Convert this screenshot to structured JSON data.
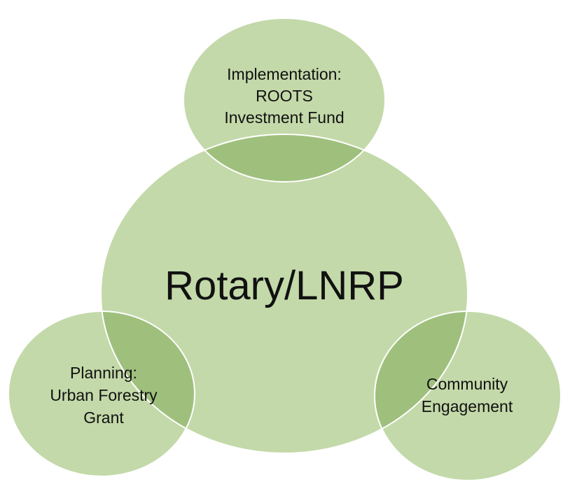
{
  "center": {
    "label": "Rotary/LNRP"
  },
  "satellites": [
    {
      "id": "implementation",
      "lines": [
        "Implementation:",
        "ROOTS",
        "Investment Fund"
      ]
    },
    {
      "id": "planning",
      "lines": [
        "Planning:",
        "Urban Forestry",
        "Grant"
      ]
    },
    {
      "id": "community",
      "lines": [
        "Community",
        "Engagement"
      ]
    }
  ],
  "colors": {
    "fill": "#c3d9a9",
    "overlap": "#9fc07d",
    "stroke": "#ffffff",
    "text": "#111111"
  }
}
